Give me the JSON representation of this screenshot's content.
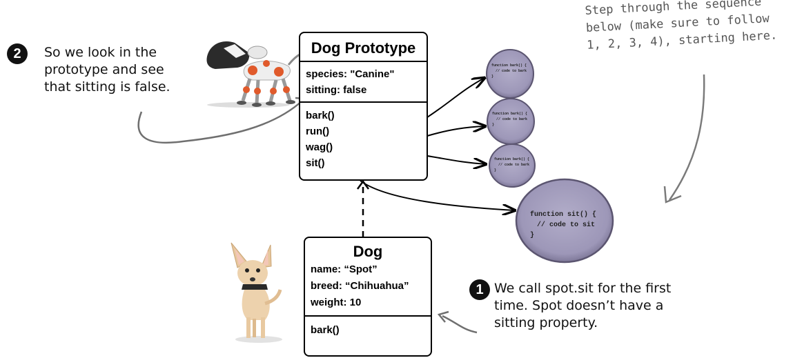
{
  "prototype_box": {
    "title": "Dog Prototype",
    "properties": [
      "species: \"Canine\"",
      "sitting: false"
    ],
    "methods": [
      "bark()",
      "run()",
      "wag()",
      "sit()"
    ]
  },
  "dog_box": {
    "title": "Dog",
    "properties": [
      "name: “Spot”",
      "breed: “Chihuahua”",
      "weight: 10"
    ],
    "methods": [
      "bark()"
    ]
  },
  "step2": {
    "number": "2",
    "lines": [
      "So we look in the",
      "prototype and see",
      "that sitting is false."
    ]
  },
  "step1": {
    "number": "1",
    "lines": [
      "We call spot.sit for the first",
      "time. Spot doesn’t have a",
      "sitting property."
    ]
  },
  "note": {
    "lines": [
      "Step through the sequence",
      "below (make sure to follow",
      "1, 2, 3, 4), starting here."
    ]
  },
  "function_blobs": {
    "small": [
      "function bark() {",
      "// code to bark",
      "}"
    ],
    "large": [
      "function sit() {",
      "// code to sit",
      "}"
    ]
  },
  "colors": {
    "blob_fill": "#9d97b8",
    "blob_edge": "#5b5570",
    "arrow": "#000000",
    "note_text": "#555555",
    "note_arrow": "#7a7a7a"
  }
}
